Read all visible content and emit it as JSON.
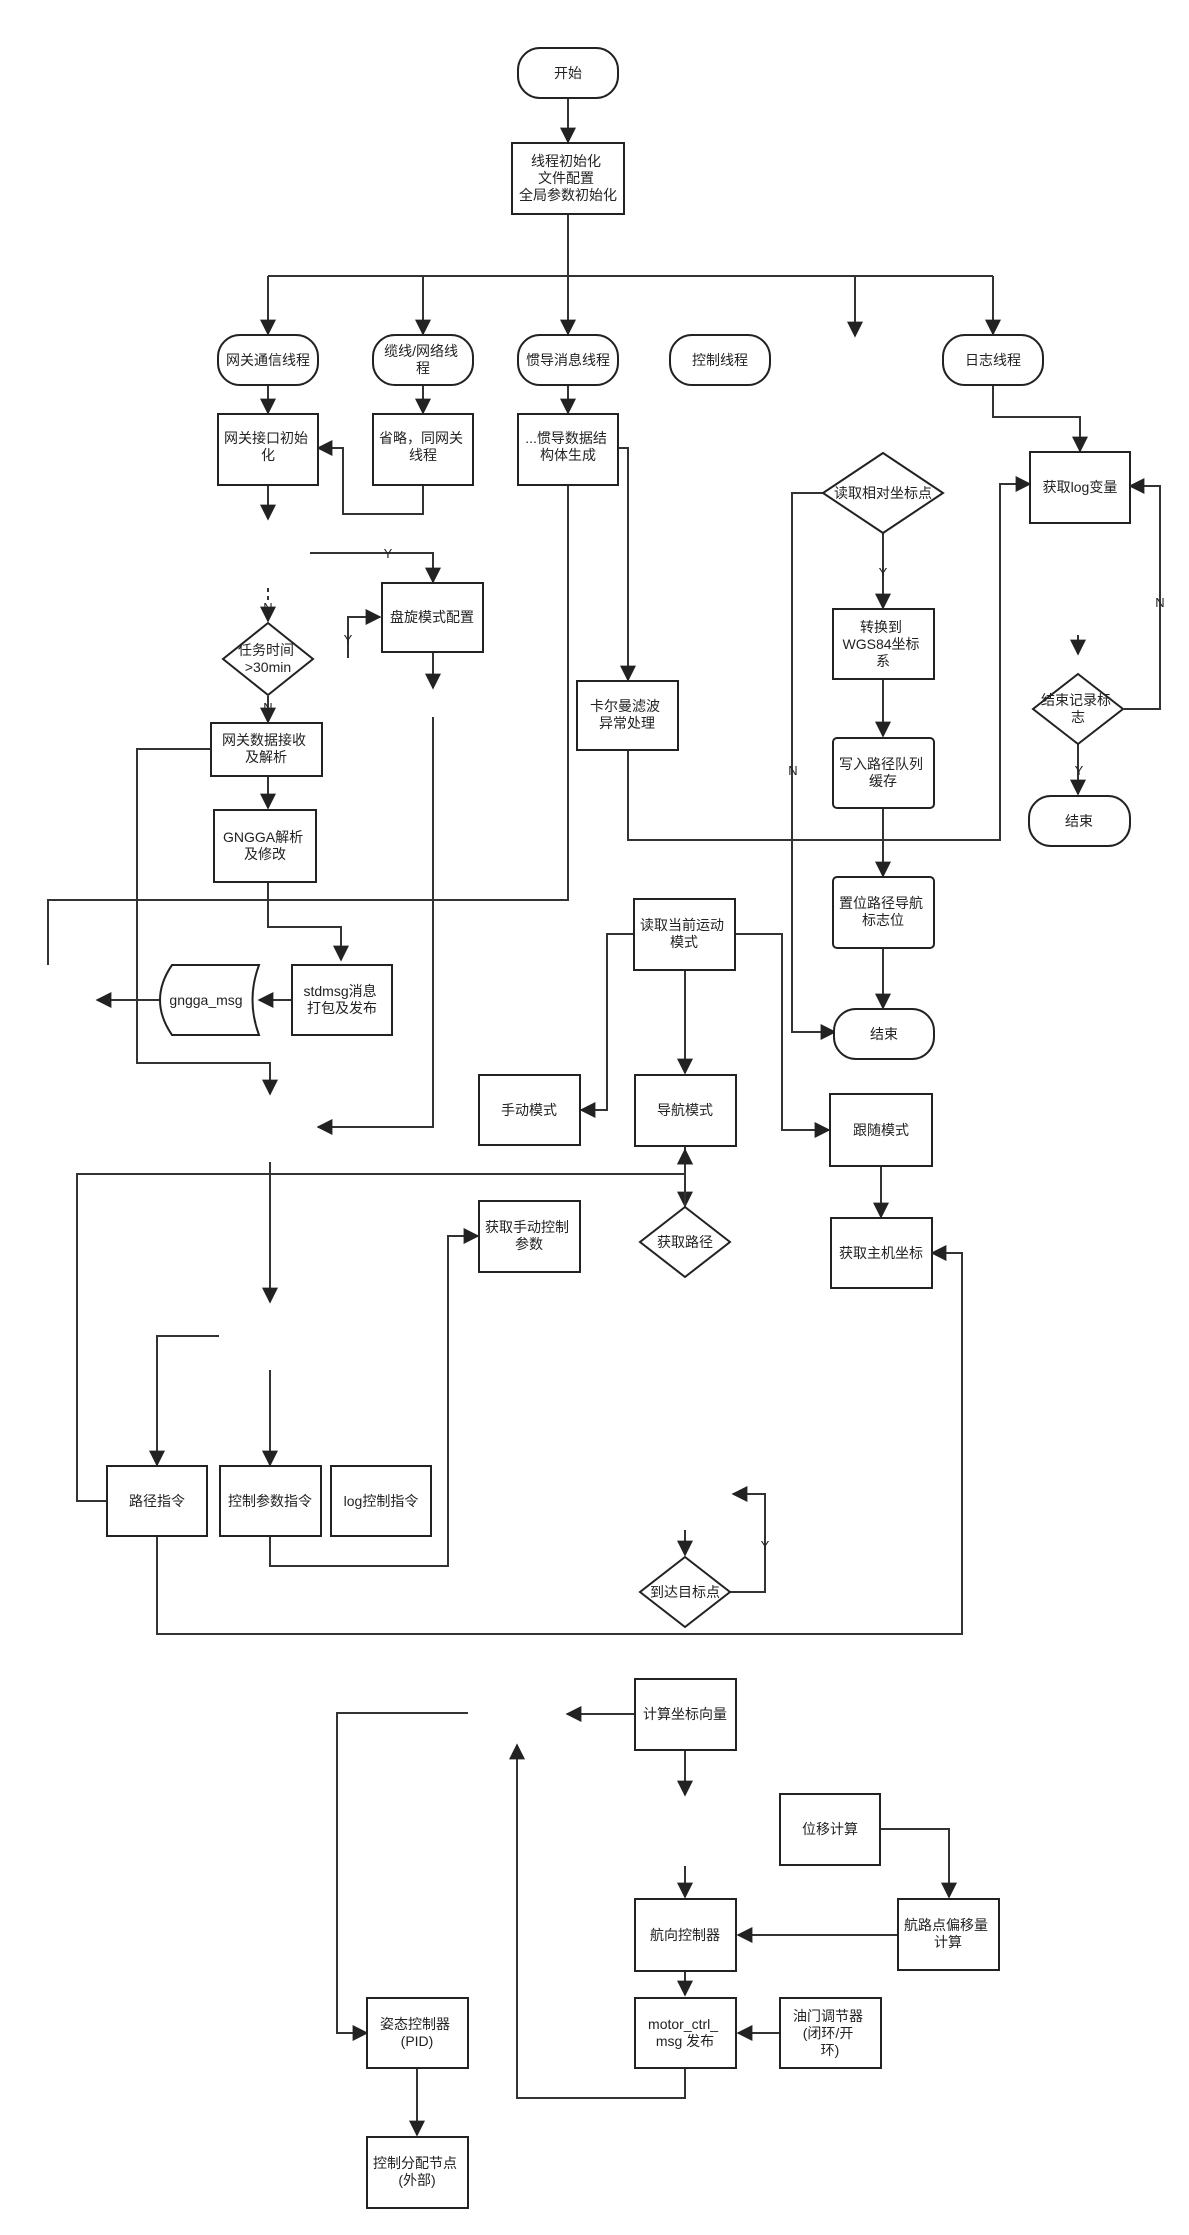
{
  "nodes": {
    "start": {
      "lines": [
        "开始"
      ]
    },
    "init": {
      "lines": [
        "线程初始化",
        "文件配置",
        "全局参数初始化"
      ]
    },
    "gw_thread": {
      "lines": [
        "网关通信线程"
      ]
    },
    "cable_thread": {
      "lines": [
        "缆线/网络线",
        "程"
      ]
    },
    "ins_thread": {
      "lines": [
        "惯导消息线程"
      ]
    },
    "ctrl_thread": {
      "lines": [
        "控制线程"
      ]
    },
    "log_thread": {
      "lines": [
        "日志线程"
      ]
    },
    "gw_init": {
      "lines": [
        "网关接口初始",
        "化"
      ]
    },
    "omit": {
      "lines": [
        "省略，同网关",
        "线程"
      ]
    },
    "ins_struct": {
      "lines": [
        "...惯导数据结",
        "构体生成"
      ]
    },
    "read_rel": {
      "lines": [
        "读取相对坐标点"
      ]
    },
    "get_log": {
      "lines": [
        "获取log变量"
      ]
    },
    "hover_cfg": {
      "lines": [
        "盘旋模式配置"
      ]
    },
    "task_time": {
      "lines": [
        "任务时间",
        ">30min"
      ]
    },
    "to_wgs": {
      "lines": [
        "转换到",
        "WGS84坐标",
        "系"
      ]
    },
    "end_log_flag": {
      "lines": [
        "结束记录标",
        "志"
      ]
    },
    "kalman": {
      "lines": [
        "卡尔曼滤波",
        "异常处理"
      ]
    },
    "gw_recv": {
      "lines": [
        "网关数据接收",
        "及解析"
      ]
    },
    "write_queue": {
      "lines": [
        "写入路径队列",
        "缓存"
      ]
    },
    "end_log": {
      "lines": [
        "结束"
      ]
    },
    "gngga": {
      "lines": [
        "GNGGA解析",
        "及修改"
      ]
    },
    "set_flag": {
      "lines": [
        "置位路径导航",
        "标志位"
      ]
    },
    "read_mode": {
      "lines": [
        "读取当前运动",
        "模式"
      ]
    },
    "stdmsg": {
      "lines": [
        "stdmsg消息",
        "打包及发布"
      ]
    },
    "gngga_msg": {
      "lines": [
        "gngga_msg"
      ]
    },
    "end_mid": {
      "lines": [
        "结束"
      ]
    },
    "manual_mode": {
      "lines": [
        "手动模式"
      ]
    },
    "nav_mode": {
      "lines": [
        "导航模式"
      ]
    },
    "follow_mode": {
      "lines": [
        "跟随模式"
      ]
    },
    "get_manual": {
      "lines": [
        "获取手动控制",
        "参数"
      ]
    },
    "get_path": {
      "lines": [
        "获取路径"
      ]
    },
    "get_host": {
      "lines": [
        "获取主机坐标"
      ]
    },
    "path_cmd": {
      "lines": [
        "路径指令"
      ]
    },
    "ctrl_param_cmd": {
      "lines": [
        "控制参数指令"
      ]
    },
    "log_ctrl_cmd": {
      "lines": [
        "log控制指令"
      ]
    },
    "reach_target": {
      "lines": [
        "到达目标点"
      ]
    },
    "calc_vec": {
      "lines": [
        "计算坐标向量"
      ]
    },
    "disp_calc": {
      "lines": [
        "位移计算"
      ]
    },
    "heading_ctrl": {
      "lines": [
        "航向控制器"
      ]
    },
    "wp_offset": {
      "lines": [
        "航路点偏移量",
        "计算"
      ]
    },
    "attitude_ctrl": {
      "lines": [
        "姿态控制器",
        "(PID)"
      ]
    },
    "motor_pub": {
      "lines": [
        "motor_ctrl_",
        "msg 发布"
      ]
    },
    "throttle": {
      "lines": [
        "油门调节器",
        "(闭环/开",
        "环)"
      ]
    },
    "alloc_node": {
      "lines": [
        "控制分配节点",
        "(外部)"
      ]
    }
  },
  "edge_labels": {
    "y_hover_top": "Y",
    "n_task_top": "N",
    "y_task": "Y",
    "n_task_bottom": "N",
    "y_read_rel": "Y",
    "n_read_rel": "N",
    "n_log_loop": "N",
    "y_log_end": "Y",
    "y_reach": "Y"
  },
  "style": {
    "stroke": "#222222",
    "fill": "#ffffff",
    "text": "#222222"
  }
}
